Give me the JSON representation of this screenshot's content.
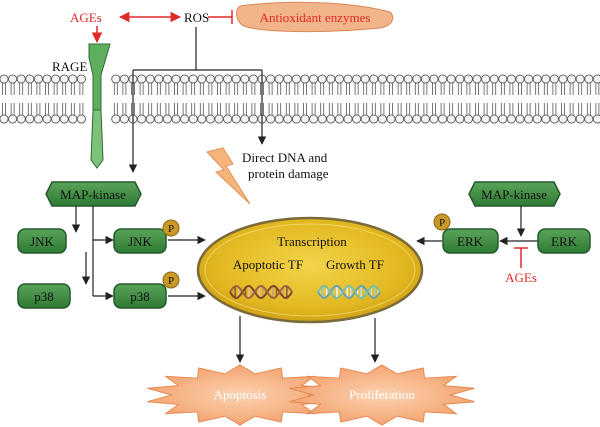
{
  "top": {
    "ages": "AGEs",
    "ros": "ROS",
    "antioxidant": "Antioxidant enzymes",
    "rage": "RAGE"
  },
  "damage": {
    "line1": "Direct DNA and",
    "line2": "protein damage"
  },
  "left": {
    "map_kinase": "MAP-kinase",
    "jnk": "JNK",
    "jnk_p": "JNK",
    "p38": "p38",
    "p38_p": "p38",
    "phospho": "P"
  },
  "right": {
    "map_kinase": "MAP-kinase",
    "erk": "ERK",
    "erk_p": "ERK",
    "ages": "AGEs",
    "phospho": "P"
  },
  "nucleus": {
    "transcription": "Transcription",
    "apoptotic": "Apoptotic TF",
    "growth": "Growth TF"
  },
  "outcomes": {
    "apoptosis": "Apoptosis",
    "proliferation": "Proliferation"
  },
  "colors": {
    "red": "#e02a2a",
    "box_green": "#3f8a3f",
    "nucleus_gold": "#d9b21c",
    "star_orange": "#f7b58a",
    "lightning": "#f5b47a"
  }
}
